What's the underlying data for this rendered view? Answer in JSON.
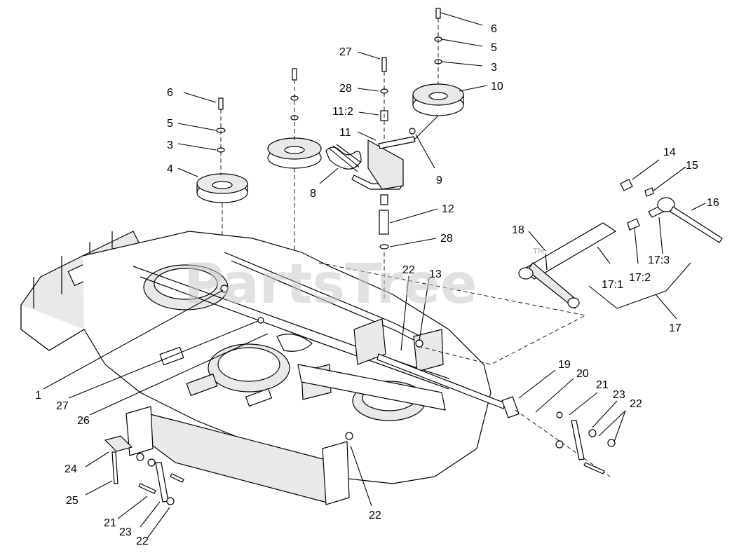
{
  "watermark": {
    "text": "PartsTree",
    "trademark": "TM"
  },
  "callouts": [
    {
      "id": "c-6a",
      "label": "6"
    },
    {
      "id": "c-5a",
      "label": "5"
    },
    {
      "id": "c-3a",
      "label": "3"
    },
    {
      "id": "c-10",
      "label": "10"
    },
    {
      "id": "c-27a",
      "label": "27"
    },
    {
      "id": "c-28a",
      "label": "28"
    },
    {
      "id": "c-11-2",
      "label": "11:2"
    },
    {
      "id": "c-11",
      "label": "11"
    },
    {
      "id": "c-9",
      "label": "9"
    },
    {
      "id": "c-6b",
      "label": "6"
    },
    {
      "id": "c-5b",
      "label": "5"
    },
    {
      "id": "c-3b",
      "label": "3"
    },
    {
      "id": "c-4",
      "label": "4"
    },
    {
      "id": "c-8",
      "label": "8"
    },
    {
      "id": "c-12",
      "label": "12"
    },
    {
      "id": "c-28b",
      "label": "28"
    },
    {
      "id": "c-14",
      "label": "14"
    },
    {
      "id": "c-15",
      "label": "15"
    },
    {
      "id": "c-16",
      "label": "16"
    },
    {
      "id": "c-18",
      "label": "18"
    },
    {
      "id": "c-17-1",
      "label": "17:1"
    },
    {
      "id": "c-17-2",
      "label": "17:2"
    },
    {
      "id": "c-17-3",
      "label": "17:3"
    },
    {
      "id": "c-17",
      "label": "17"
    },
    {
      "id": "c-22a",
      "label": "22"
    },
    {
      "id": "c-13",
      "label": "13"
    },
    {
      "id": "c-1",
      "label": "1"
    },
    {
      "id": "c-27b",
      "label": "27"
    },
    {
      "id": "c-26",
      "label": "26"
    },
    {
      "id": "c-19",
      "label": "19"
    },
    {
      "id": "c-20",
      "label": "20"
    },
    {
      "id": "c-21a",
      "label": "21"
    },
    {
      "id": "c-23a",
      "label": "23"
    },
    {
      "id": "c-22b",
      "label": "22"
    },
    {
      "id": "c-24",
      "label": "24"
    },
    {
      "id": "c-25",
      "label": "25"
    },
    {
      "id": "c-22c",
      "label": "22"
    },
    {
      "id": "c-21b",
      "label": "21"
    },
    {
      "id": "c-23b",
      "label": "23"
    },
    {
      "id": "c-22d",
      "label": "22"
    }
  ]
}
